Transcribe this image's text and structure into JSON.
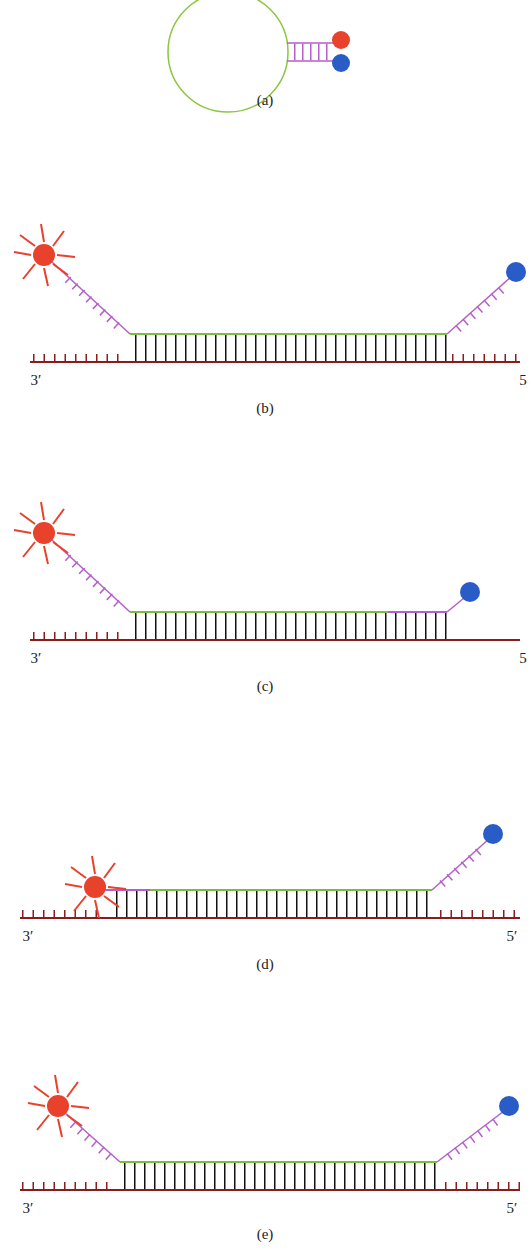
{
  "diagram": {
    "labels": [
      "(a)",
      "3′",
      "5",
      "(b)",
      "3′",
      "5",
      "(c)",
      "3′",
      "5′",
      "(d)",
      "3′",
      "5′",
      "(e)"
    ]
  }
}
